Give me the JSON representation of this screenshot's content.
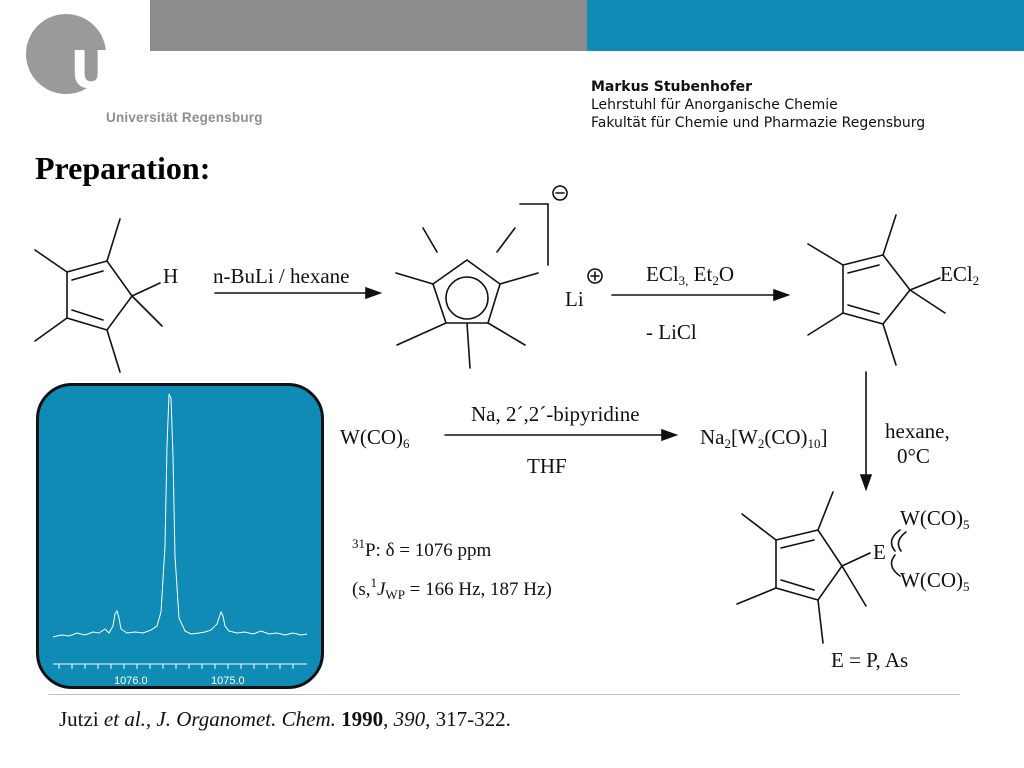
{
  "header": {
    "university": "Universität Regensburg",
    "logo_letters": "UR",
    "author_name": "Markus Stubenhofer",
    "chair": "Lehrstuhl für Anorganische Chemie",
    "faculty": "Fakultät für Chemie und Pharmazie Regensburg"
  },
  "colors": {
    "brand_blue": "#0f8bb5",
    "brand_gray": "#8c8c8c",
    "logo_gray": "#9a9a9a"
  },
  "title": "Preparation:",
  "scheme": {
    "h_label": "H",
    "step1_reagent": "n-BuLi / hexane",
    "li_label": "Li",
    "step2_reagent_a": "ECl",
    "step2_sub_a": "3,",
    "step2_reagent_b": " Et",
    "step2_sub_b": "2",
    "step2_reagent_c": "O",
    "step2_byproduct": "- LiCl",
    "ecl_label": "ECl",
    "ecl_sub": "2",
    "wco_label": "W(CO)",
    "wco_sub": "6",
    "step3_reagent": "Na, 2´,2´-bipyridine",
    "step3_solvent": "THF",
    "na_a": "Na",
    "na_sub1": "2",
    "na_b": "[W",
    "na_sub2": "2",
    "na_c": "(CO)",
    "na_sub3": "10",
    "na_d": "]",
    "step4_solvent": "hexane,",
    "step4_temp": "0°C",
    "e_label": "E",
    "wco5_label": "W(CO)",
    "wco5_sub": "5",
    "e_def": "E = P, As"
  },
  "nmr": {
    "nucleus_sup": "31",
    "shift_text": "P: δ = 1076 ppm",
    "mult_a": "(s,",
    "mult_sup": "1",
    "mult_j": "J",
    "mult_sub": "WP",
    "mult_b": " = 166 Hz, 187 Hz)",
    "tick_1": "1076.0",
    "tick_2": "1075.0"
  },
  "citation": {
    "authors": "Jutzi ",
    "etal": "et al., J. Organomet. Chem.",
    "year": "1990",
    "volume": "390",
    "pages": ", 317-322."
  }
}
